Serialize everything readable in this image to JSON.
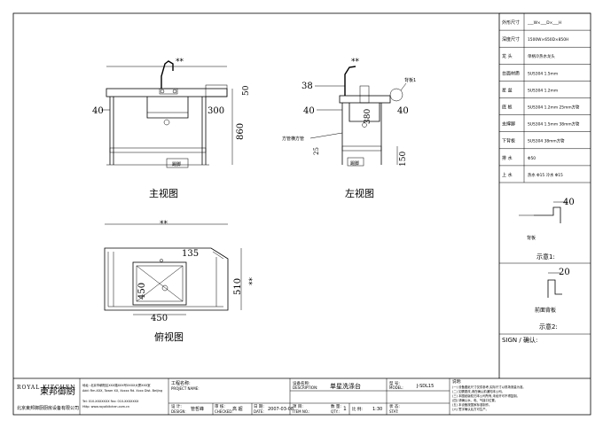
{
  "views": {
    "front": {
      "title": "主视图",
      "dims": {
        "side": "40",
        "depth": "300",
        "height": "860",
        "top": "50"
      },
      "label": "踢脚"
    },
    "side": {
      "title": "左视图",
      "dims": {
        "top": "38",
        "side": "40",
        "depth": "380",
        "right": "40",
        "low": "25",
        "bottom": "150"
      },
      "notes": {
        "backsplash": "背板1",
        "tube": "方管横方管"
      },
      "label": "踢脚"
    },
    "plan": {
      "title": "俯视图",
      "dims": {
        "top": "**",
        "overall": "**",
        "rim": "135",
        "bowl_depth": "450",
        "bowl_width": "450",
        "depth": "510"
      }
    },
    "asterisk": "**"
  },
  "spec": {
    "rows": [
      {
        "label": "外形尺寸",
        "value": "___W×___D×___H"
      },
      {
        "label": "深度尺寸",
        "value": "1500W×650D×850H"
      },
      {
        "label": "龙 头",
        "value": "单柄冷热水龙头"
      },
      {
        "label": "台面材质",
        "value": "SUS304 1.5mm"
      },
      {
        "label": "星 盆",
        "value": "SUS304 1.2mm"
      },
      {
        "label": "底 板",
        "value": "SUS304 1.2mm 25mm方管"
      },
      {
        "label": "支撑脚",
        "value": "SUS304 1.5mm 38mm方管"
      },
      {
        "label": "下背板",
        "value": "SUS304 38mm方管"
      },
      {
        "label": "排 水",
        "value": "Φ50"
      },
      {
        "label": "上 水",
        "value": "热水 Φ15  冷水 Φ15"
      }
    ],
    "detail1": {
      "dim": "40",
      "note": "背板",
      "caption": "示意1:"
    },
    "detail2": {
      "dim": "20",
      "note": "前面背板",
      "caption": "示意2:"
    },
    "sign": "SIGN / 确认:"
  },
  "titleblock": {
    "brand": "ROYAL KITCHEN",
    "brand_cn": "東邦御厨",
    "company": "北京東邦御厨厨房设备有限公司",
    "address_lines": [
      "地址: 北京市朝阳区XXX路XXX号XXXX大厦XXX室",
      "Add: Rm.XXX, Tower XX, Xxxxx Rd. Xxxx Dist. Beijing",
      "Tel: 010-XXXXXXX  Fax: 010-XXXXXXX",
      "Http: www.royalkitchen.com.cn"
    ],
    "project_label": "工程名称:",
    "project_en": "PROJECT NAME:",
    "design_label": "设 计:",
    "design_en": "DESIGN:",
    "designer": "管哲峰",
    "check_label": "审 核:",
    "check_en": "CHECKED:",
    "checker": "高 超",
    "date_label": "日 期:",
    "date_en": "DATE:",
    "date": "2007-03-08",
    "desc_label": "设备名称:",
    "desc_en": "DESCRIPTION:",
    "desc": "单星洗涤台",
    "item_label": "项 目:",
    "item_en": "ITEM NO.:",
    "model_label": "型 号:",
    "model_en": "MODEL:",
    "model": "J-SDL15",
    "qty_label": "数 量:",
    "qty_en": "QTY.:",
    "qty": "1",
    "scale_label": "比 例:",
    "scale": "1:30",
    "status_label": "状 态:",
    "status_en": "STAT:",
    "notes_title": "说明:",
    "notes": [
      "(一) 设备图纸尺寸仅供参考,实际尺寸以现场测量为准。",
      "(二) 如需更改,请在确认前通知本公司。",
      "(三) 本图纸版权归本公司所有,未经许可不得复制。",
      "(四) 请确认水、电、气接口位置。",
      "(五) 本设备按国家标准制作。",
      "(六) 签字确认后方可生产。"
    ]
  }
}
